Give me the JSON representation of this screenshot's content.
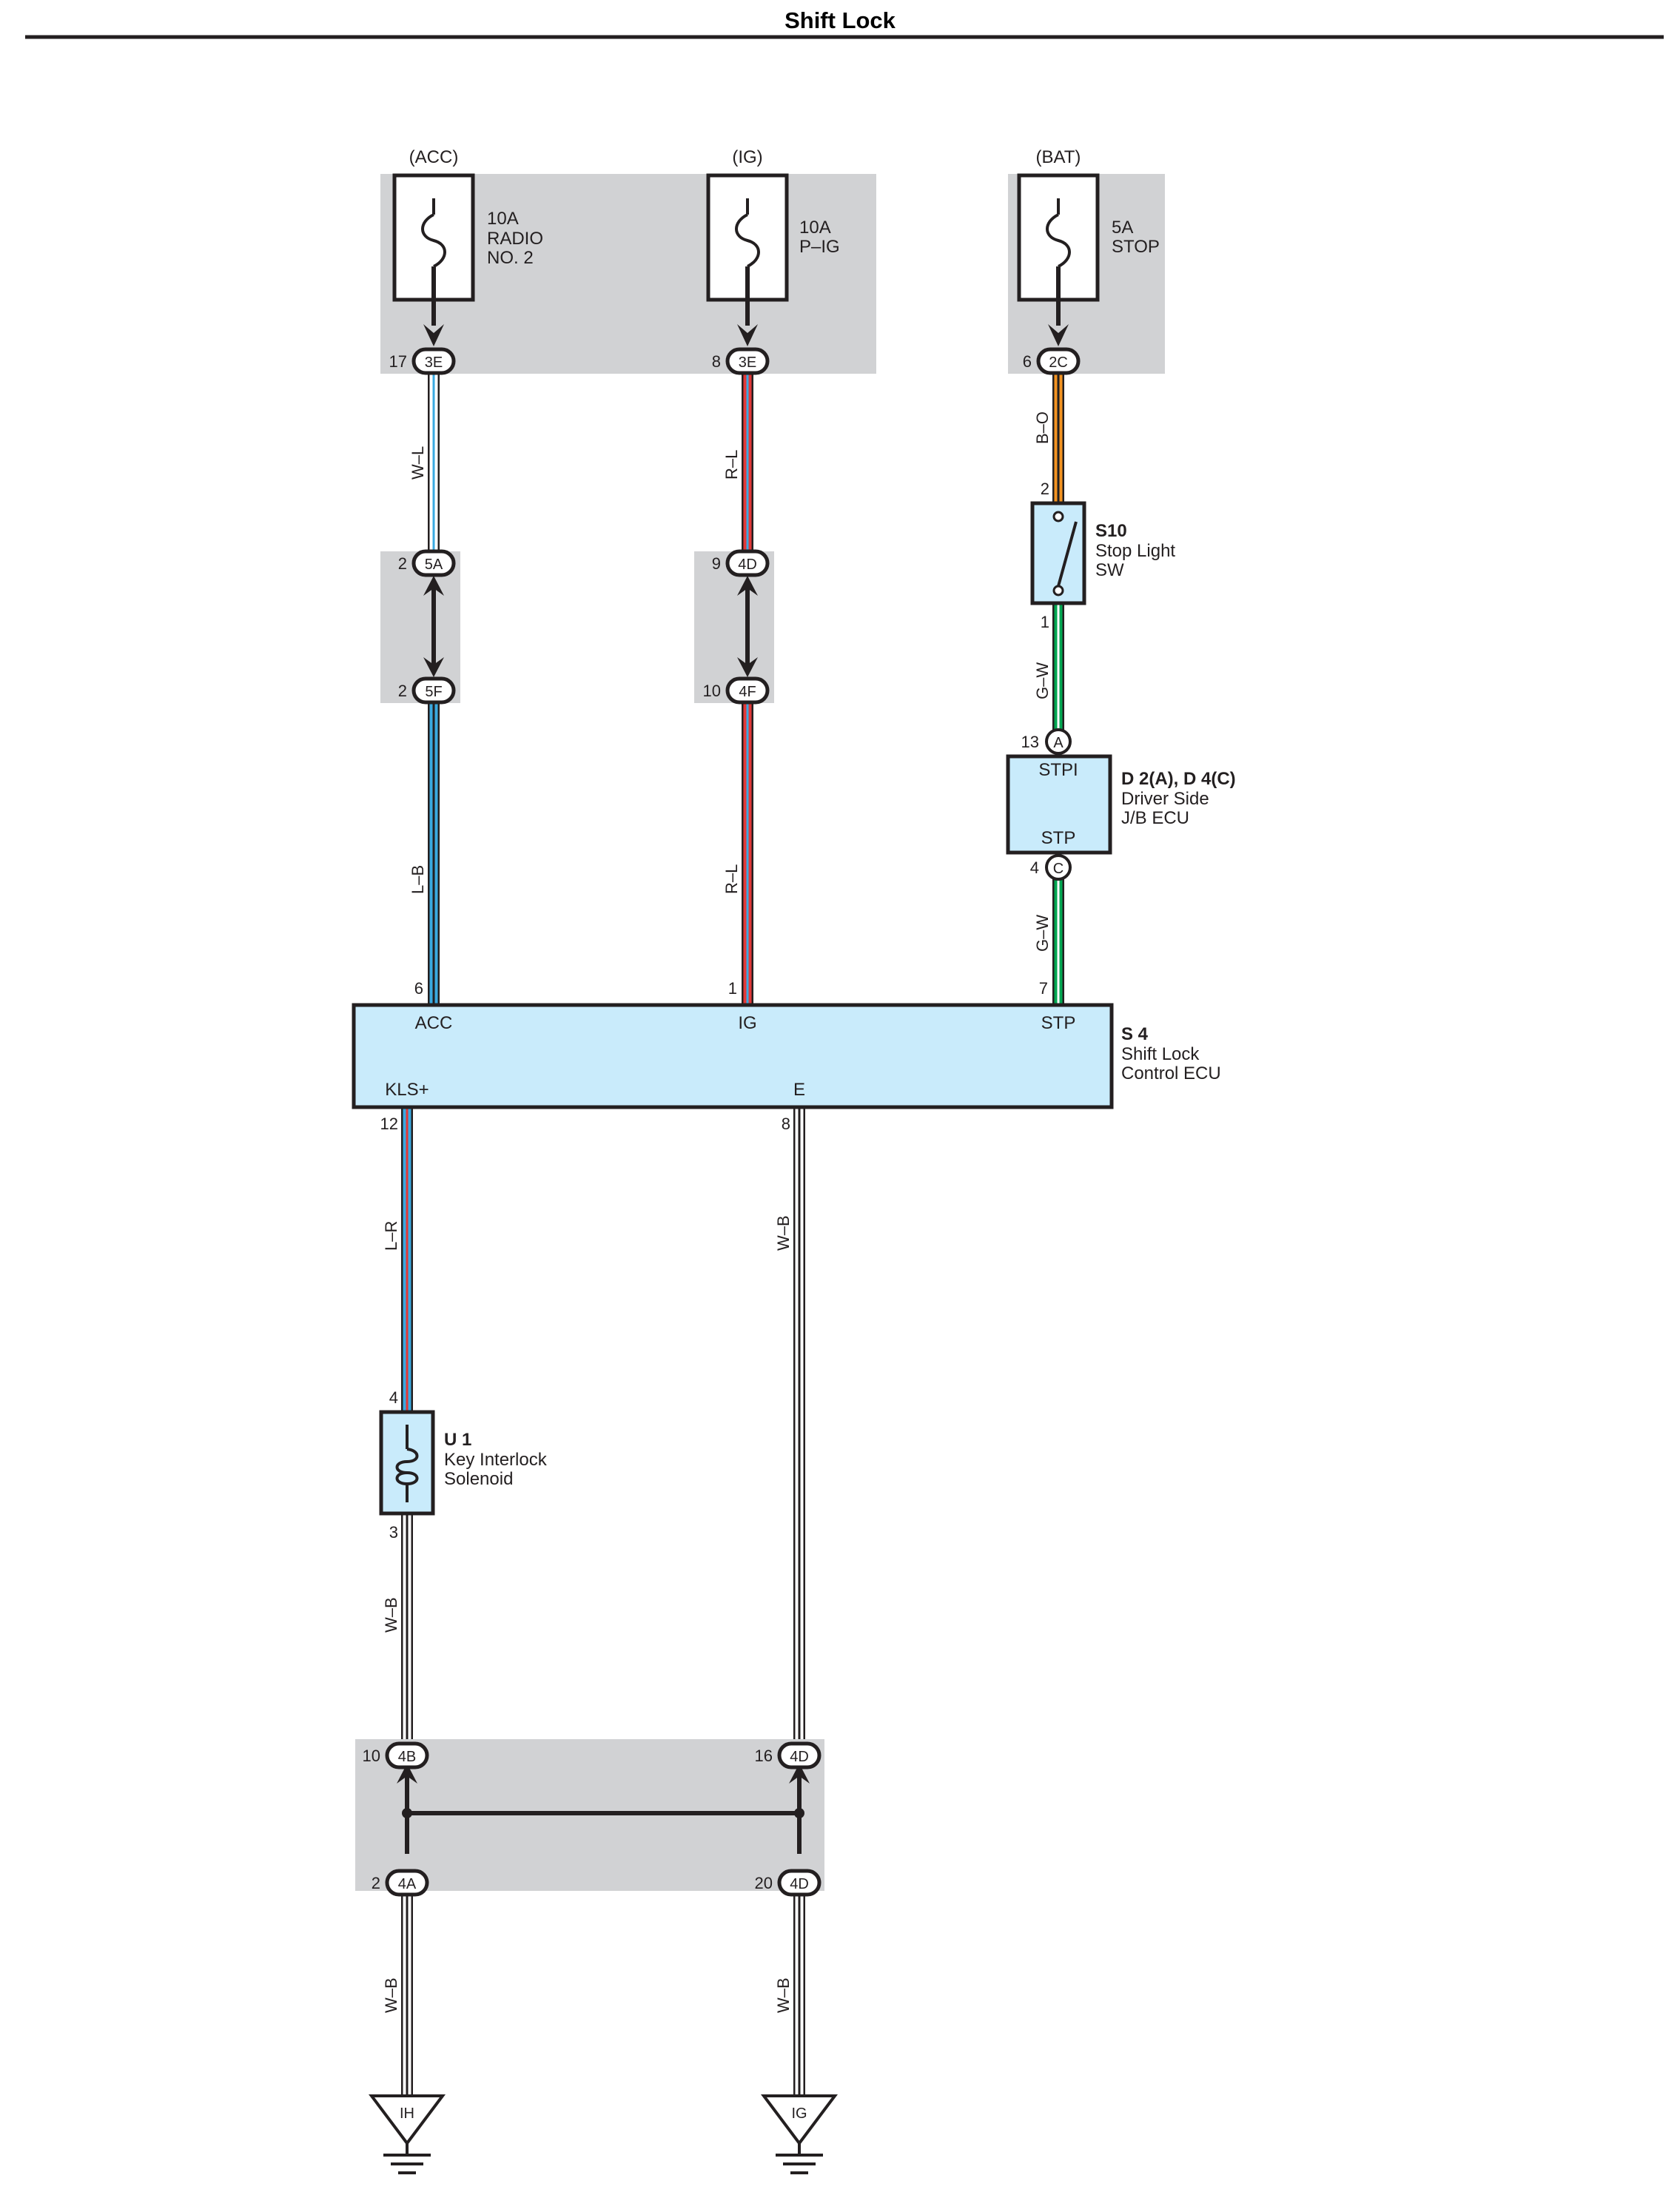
{
  "title": "Shift Lock",
  "fuses": [
    {
      "source": "(ACC)",
      "rating": "10A",
      "name_line1": "RADIO",
      "name_line2": "NO. 2",
      "pin": "17",
      "connector": "3E"
    },
    {
      "source": "(IG)",
      "rating": "10A",
      "name_line1": "P–IG",
      "name_line2": "",
      "pin": "8",
      "connector": "3E"
    },
    {
      "source": "(BAT)",
      "rating": "5A",
      "name_line1": "STOP",
      "name_line2": "",
      "pin": "6",
      "connector": "2C"
    }
  ],
  "wires": {
    "acc_upper": "W–L",
    "ig_upper": "R–L",
    "bat_upper": "B–O",
    "acc_lower": "L–B",
    "ig_lower": "R–L",
    "stp_mid": "G–W",
    "stp_lower": "G–W",
    "klsp": "L–R",
    "e_wire": "W–B",
    "solenoid_out": "W–B",
    "ground_ih": "W–B",
    "ground_ig": "W–B"
  },
  "junctions": {
    "acc_top": {
      "pin": "2",
      "connector": "5A"
    },
    "acc_bottom": {
      "pin": "2",
      "connector": "5F"
    },
    "ig_top": {
      "pin": "9",
      "connector": "4D"
    },
    "ig_bottom": {
      "pin": "10",
      "connector": "4F"
    },
    "gnd_left_top": {
      "pin": "10",
      "connector": "4B"
    },
    "gnd_left_bottom": {
      "pin": "2",
      "connector": "4A"
    },
    "gnd_right_top": {
      "pin": "16",
      "connector": "4D"
    },
    "gnd_right_bottom": {
      "pin": "20",
      "connector": "4D"
    }
  },
  "stop_switch": {
    "id": "S10",
    "line1": "Stop Light",
    "line2": "SW",
    "pin_in": "2",
    "pin_out": "1"
  },
  "jb_ecu": {
    "id": "D 2(A), D 4(C)",
    "line1": "Driver Side",
    "line2": "J/B ECU",
    "term_top": "STPI",
    "term_bottom": "STP",
    "pin_top": "13",
    "conn_top": "A",
    "pin_bottom": "4",
    "conn_bottom": "C"
  },
  "shift_ecu": {
    "id": "S 4",
    "line1": "Shift Lock",
    "line2": "Control ECU",
    "term_acc": "ACC",
    "term_ig": "IG",
    "term_stp": "STP",
    "term_klsp": "KLS+",
    "term_e": "E",
    "pin_acc": "6",
    "pin_ig": "1",
    "pin_stp": "7",
    "pin_klsp": "12",
    "pin_e": "8"
  },
  "solenoid": {
    "id": "U 1",
    "line1": "Key Interlock",
    "line2": "Solenoid",
    "pin_in": "4",
    "pin_out": "3"
  },
  "grounds": [
    {
      "label": "IH"
    },
    {
      "label": "IG"
    }
  ]
}
